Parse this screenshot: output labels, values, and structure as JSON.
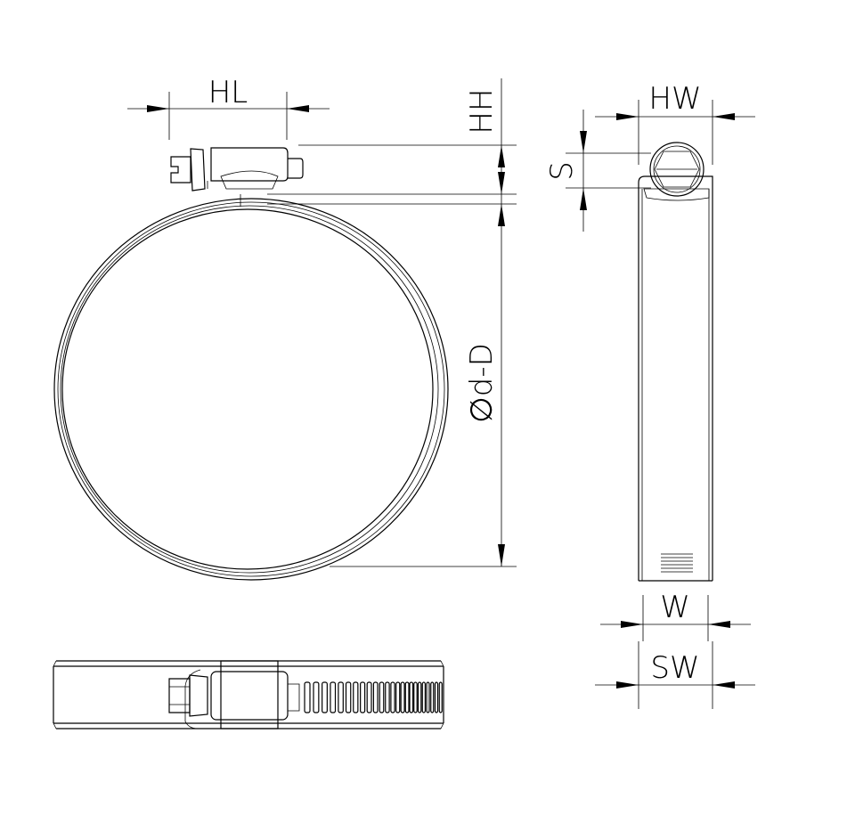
{
  "title": "Hose clamp dimension drawing",
  "dimensions": {
    "housing_length": "HL",
    "housing_height": "HH",
    "housing_width": "HW",
    "screw": "S",
    "diameter_range": "∅d-D",
    "band_width": "W",
    "shield_width": "SW"
  },
  "colors": {
    "line": "#000000",
    "background": "#ffffff"
  }
}
